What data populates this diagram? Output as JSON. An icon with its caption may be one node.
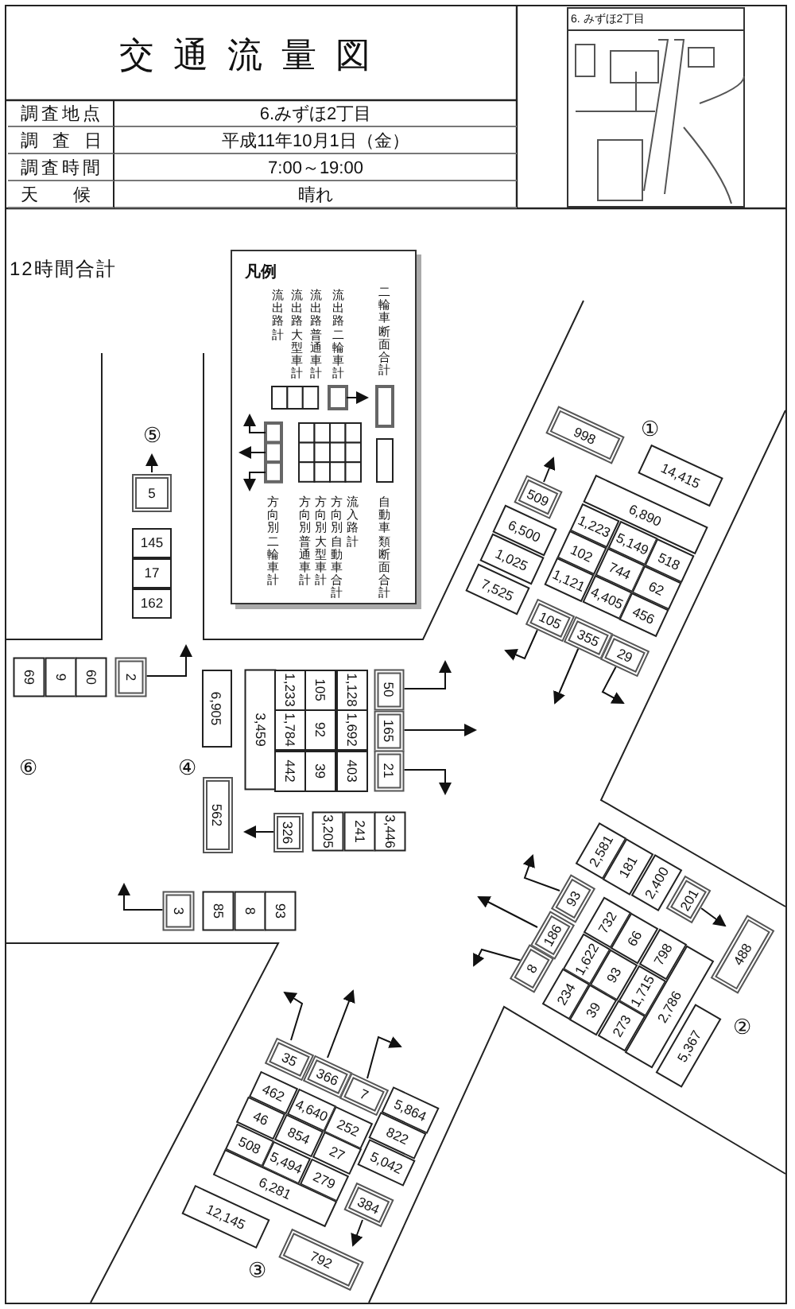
{
  "diagram": {
    "title": "交通流量図",
    "labels": [
      "調査地点",
      "6.みずほ2丁目",
      "調査日",
      "平成11年10月1日（金）",
      "調査時間",
      "7:00～19:00",
      "天候",
      "晴れ",
      "6. みずほ2丁目",
      "12時間合計",
      "凡例",
      "⑤",
      "5",
      "145",
      "17",
      "162",
      "⑥",
      "69",
      "9",
      "60",
      "2",
      "3",
      "85",
      "8",
      "93",
      "④",
      "6,905",
      "3,459",
      "1,233",
      "105",
      "1,128",
      "1,784",
      "92",
      "1,692",
      "442",
      "39",
      "403",
      "50",
      "165",
      "21",
      "562",
      "326",
      "3,205",
      "241",
      "3,446",
      "998",
      "①",
      "14,415",
      "509",
      "6,500",
      "1,025",
      "7,525",
      "105",
      "355",
      "29",
      "6,890",
      "1,223",
      "5,149",
      "518",
      "102",
      "744",
      "62",
      "1,121",
      "4,405",
      "456",
      "2,581",
      "181",
      "2,400",
      "93",
      "201",
      "732",
      "66",
      "798",
      "186",
      "1,622",
      "93",
      "1,715",
      "488",
      "8",
      "234",
      "39",
      "273",
      "2,786",
      "②",
      "5,367",
      "35",
      "366",
      "7",
      "462",
      "4,640",
      "252",
      "5,864",
      "46",
      "854",
      "27",
      "822",
      "508",
      "5,494",
      "279",
      "5,042",
      "6,281",
      "384",
      "12,145",
      "792",
      "③"
    ],
    "legend": [
      {
        "text": "流出路計"
      },
      {
        "text": "流出路大型車計"
      },
      {
        "text": "流出路普通車計"
      },
      {
        "text": "流出路二輪車計"
      },
      {
        "text": "二輪車断面合計"
      },
      {
        "text": "方向別二輪車計"
      },
      {
        "text": "方向別普通車計"
      },
      {
        "text": "方向別大型車計"
      },
      {
        "text": "方向別自動車合計"
      },
      {
        "text": "流入路計"
      },
      {
        "text": "自動車類断面合計"
      }
    ]
  }
}
